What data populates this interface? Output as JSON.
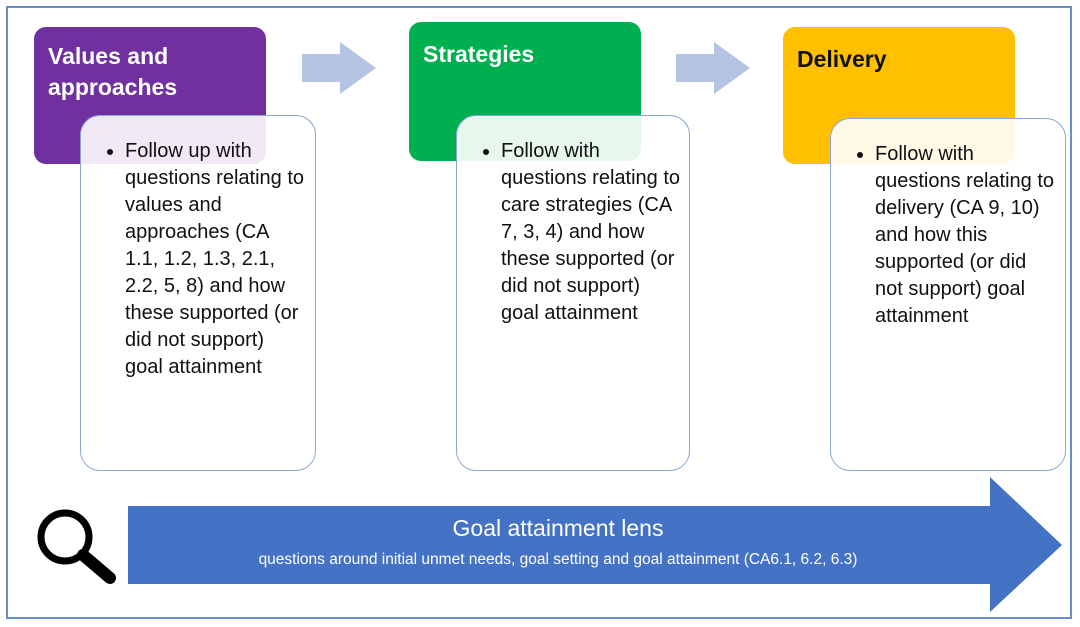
{
  "stages": [
    {
      "title_line1": "Values and",
      "title_line2": "approaches",
      "bullet": "Follow up with questions relating to values and approaches (CA 1.1, 1.2, 1.3, 2.1, 2.2, 5, 8) and how these supported (or did not support) goal attainment",
      "color": "#7030a0"
    },
    {
      "title": "Strategies",
      "bullet": "Follow with questions relating to care strategies (CA 7, 3, 4) and how these supported (or did not support) goal attainment",
      "color": "#00b050"
    },
    {
      "title": "Delivery",
      "bullet": "Follow with questions relating to delivery (CA 9, 10) and how this supported (or did not support) goal attainment",
      "color": "#ffc000"
    }
  ],
  "lens": {
    "title": "Goal attainment lens",
    "subtitle": "questions around initial unmet needs, goal setting and goal attainment (CA6.1, 6.2, 6.3)",
    "color": "#4472c4",
    "icon": "magnifier-icon"
  },
  "connector_color": "#b4c4e2"
}
